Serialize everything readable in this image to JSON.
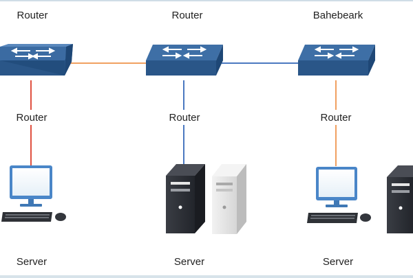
{
  "top_labels": [
    "Router",
    "Router",
    "Bahebeark"
  ],
  "mid_labels": [
    "Router",
    "Router",
    "Router"
  ],
  "bottom_labels": [
    "Server",
    "Server",
    "Server"
  ],
  "colors": {
    "switch_top": "#3e6fa6",
    "switch_side": "#1e4776",
    "link_orange": "#f0a060",
    "link_blue": "#4a78c0",
    "link_red": "#e05040",
    "tower_dark": "#2a2d33",
    "tower_light": "#e4e4e4"
  },
  "icons": [
    "switch-icon",
    "desktop-computer-icon",
    "server-tower-icon"
  ]
}
